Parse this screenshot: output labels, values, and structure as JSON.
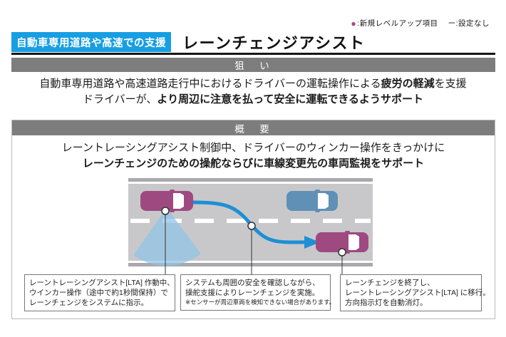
{
  "colors": {
    "accent-blue": "#189ee2",
    "section-gray": "#7d7d7d",
    "road-gray": "#c8c8cb",
    "road-edge-gray": "#a9a9ad",
    "car-purple": "#9e4a81",
    "car-blue": "#6090b5",
    "path-blue": "#1e8fd5",
    "fan-blue": "#8fc3e6",
    "legend-dot": "#a3457f"
  },
  "legend": {
    "dot": "●",
    "new_item_label": ":新規レベルアップ項目",
    "none_label": "ー:設定なし"
  },
  "header": {
    "category": "自動車専用道路や高速での支援",
    "title": "レーンチェンジアシスト"
  },
  "aim": {
    "heading": "狙　い",
    "line1_pre": "自動車専用道路や高速道路走行中におけるドライバーの運転操作による",
    "line1_bold": "疲労の軽減",
    "line1_post": "を支援",
    "line2_pre": "ドライバーが、",
    "line2_bold": "より周辺に注意を払って安全に運転できるようサポート"
  },
  "overview": {
    "heading": "概　要",
    "line1": "レーントレーシングアシスト制御中、ドライバーのウィンカー操作をきっかけに",
    "line2_bold": "レーンチェンジのための操舵ならびに車線変更先の車両監視をサポート"
  },
  "callouts": [
    {
      "line1": "レーントレーシングアシスト[LTA] 作動中、",
      "line2": "ウインカー操作（途中で約1秒間保持）で",
      "line3": "レーンチェンジをシステムに指示。"
    },
    {
      "line1": "システムも周囲の安全を確認しながら、",
      "line2": "操舵支援によりレーンチェンジを実施。",
      "note": "※センサーが周辺車両を検知できない場合があります。"
    },
    {
      "line1": "レーンチェンジを終了し、",
      "line2": "レーントレーシングアシスト[LTA] に移行。",
      "line3": "方向指示灯を自動消灯。"
    }
  ]
}
